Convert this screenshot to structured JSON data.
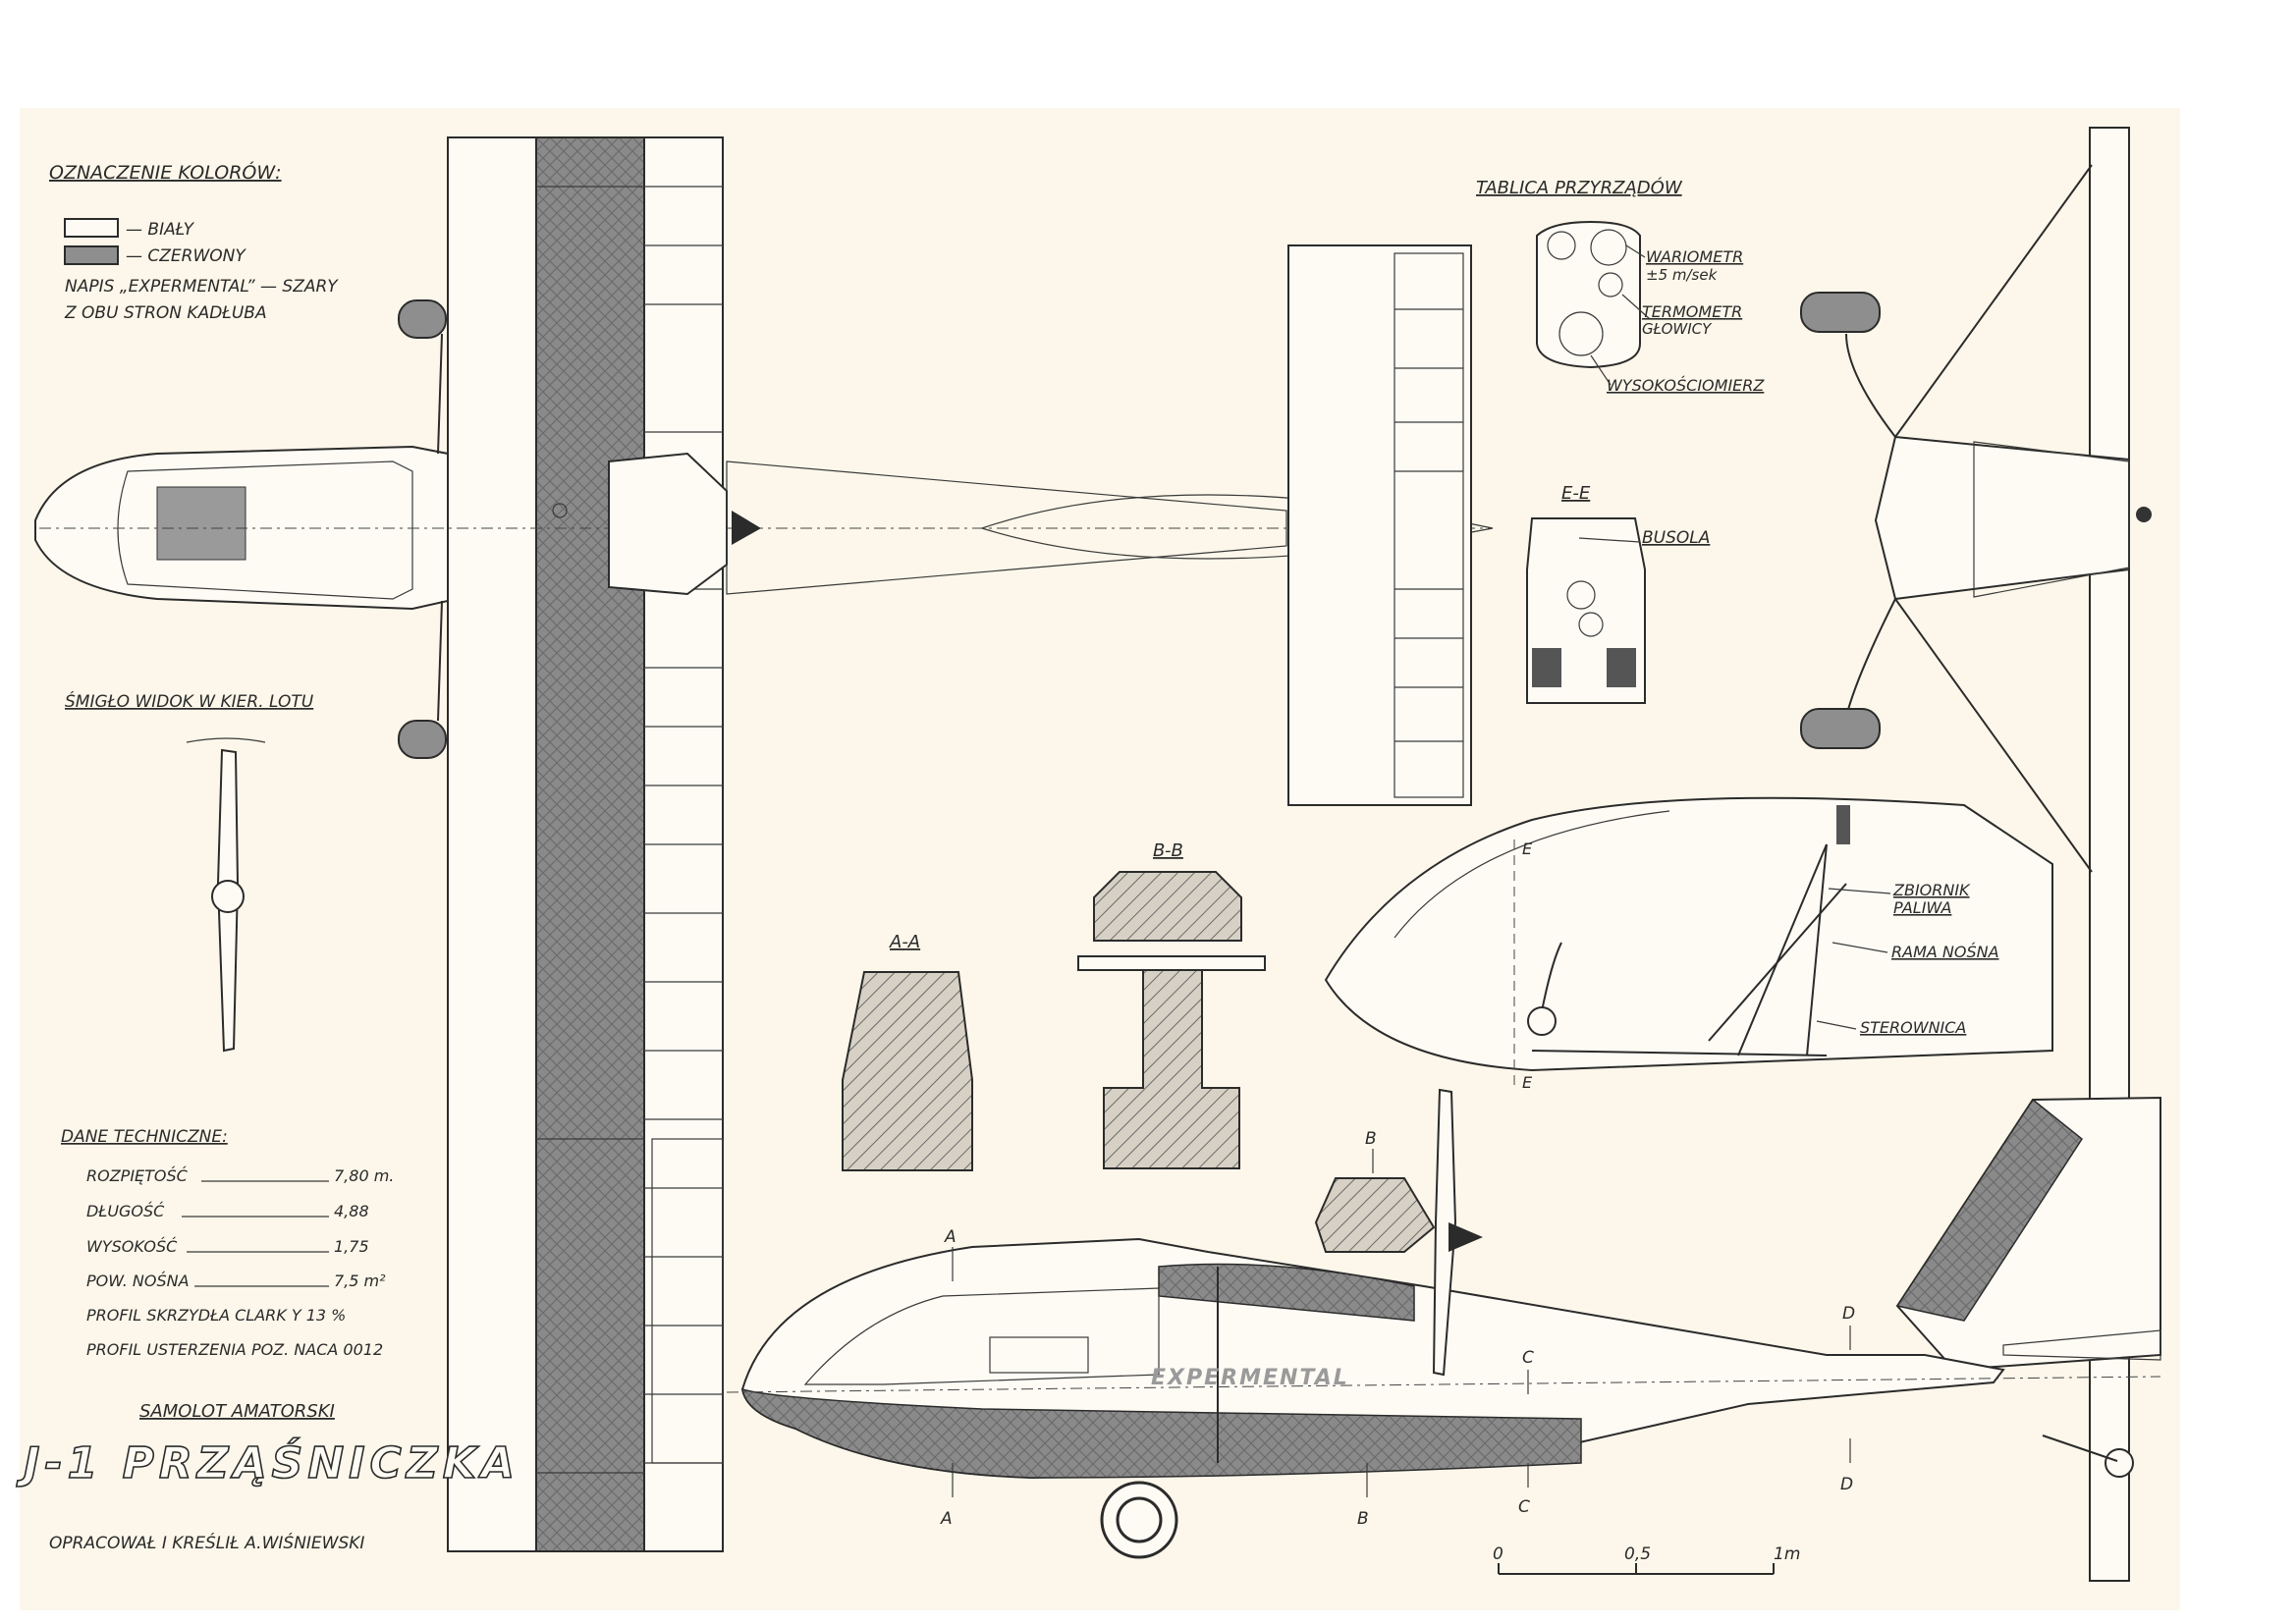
{
  "legend": {
    "title": "OZNACZENIE KOLORÓW:",
    "white_label": "— BIAŁY",
    "red_label": "— CZERWONY",
    "note_line1": "NAPIS „EXPERMENTAL” — SZARY",
    "note_line2": "Z OBU STRON KADŁUBA",
    "colors": {
      "white": "#fdfbf4",
      "red": "#8e8e8e"
    }
  },
  "propeller_view": {
    "title": "ŚMIGŁO WIDOK W KIER. LOTU"
  },
  "tech_data": {
    "title": "DANE TECHNICZNE:",
    "rows": [
      {
        "label": "ROZPIĘTOŚĆ",
        "value": "7,80 m."
      },
      {
        "label": "DŁUGOŚĆ",
        "value": "4,88"
      },
      {
        "label": "WYSOKOŚĆ",
        "value": "1,75"
      },
      {
        "label": "POW. NOŚNA",
        "value": "7,5 m²"
      }
    ],
    "profile_wing": "PROFIL SKRZYDŁA CLARK Y 13 %",
    "profile_tail": "PROFIL USTERZENIA POZ. NACA 0012"
  },
  "title_block": {
    "subtitle": "SAMOLOT AMATORSKI",
    "title": "J-1 PRZĄŚNICZKA",
    "author": "OPRACOWAŁ I KREŚLIŁ A.WIŚNIEWSKI"
  },
  "instrument_panel": {
    "title": "TABLICA PRZYRZĄDÓW",
    "vario_label": "WARIOMETR",
    "vario_range": "±5 m/sek",
    "thermo_label_1": "TERMOMETR",
    "thermo_label_2": "GŁOWICY",
    "altimeter_label": "WYSOKOŚCIOMIERZ"
  },
  "section_ee": {
    "title": "E-E",
    "compass_label": "BUSOLA"
  },
  "section_aa": {
    "title": "A-A"
  },
  "section_bb": {
    "title": "B-B"
  },
  "cockpit_detail": {
    "fuel_tank_1": "ZBIORNIK",
    "fuel_tank_2": "PALIWA",
    "frame": "RAMA NOŚNA",
    "control_stick": "STEROWNICA",
    "cut_e": "E"
  },
  "side_view": {
    "fuselage_text": "EXPERMENTAL",
    "cut_a": "A",
    "cut_b": "B",
    "cut_c": "C",
    "cut_d": "D"
  },
  "scale_bar": {
    "tick_0": "0",
    "tick_mid": "0,5",
    "tick_end": "1m"
  }
}
